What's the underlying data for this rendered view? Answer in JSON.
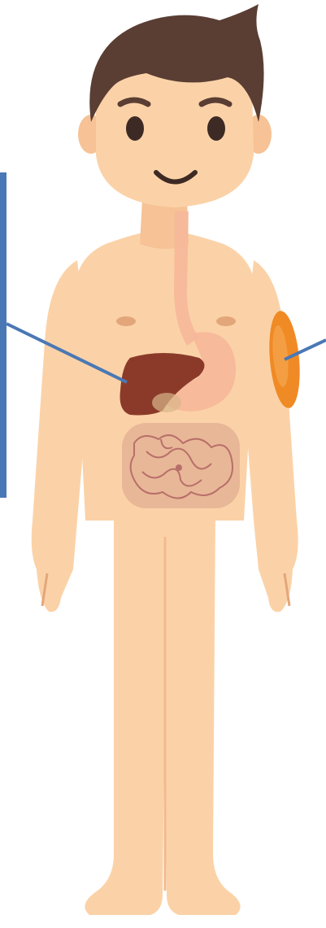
{
  "diagram": {
    "subject": "human-body-organs",
    "organs": [
      {
        "name": "liver",
        "icon": "liver-icon"
      },
      {
        "name": "stomach",
        "icon": "stomach-icon"
      },
      {
        "name": "esophagus",
        "icon": "esophagus-icon"
      },
      {
        "name": "intestines",
        "icon": "intestines-icon"
      },
      {
        "name": "arm-muscle",
        "icon": "muscle-icon"
      }
    ],
    "callouts": [
      {
        "target": "liver"
      },
      {
        "target": "arm-muscle"
      }
    ]
  },
  "colors": {
    "skin": "#fbd2a7",
    "skin_shadow": "#f3b98e",
    "hair": "#5a3e33",
    "liver": "#8b3a2a",
    "stomach": "#f6b79a",
    "intestines": "#d9a08b",
    "intestine_lines": "#b86f6a",
    "muscle": "#f08a25",
    "callout": "#4a78b5"
  }
}
